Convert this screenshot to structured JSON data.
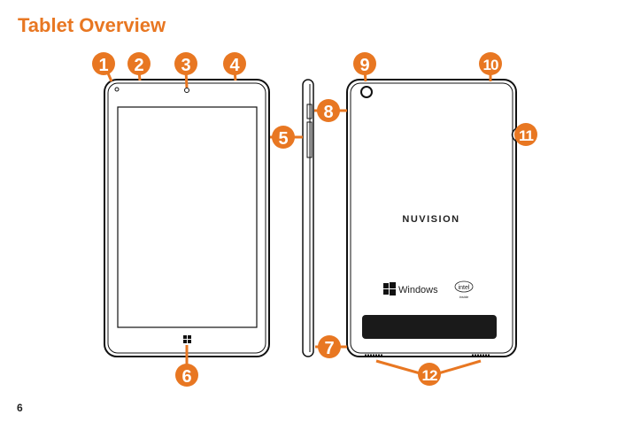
{
  "title": "Tablet Overview",
  "page_number": "6",
  "accent_color": "#e87722",
  "brand": "NUVISION",
  "os_logo_text": "Windows",
  "chip_logo_text": "intel",
  "chip_logo_sub": "inside",
  "callouts": [
    "1",
    "2",
    "3",
    "4",
    "5",
    "6",
    "7",
    "8",
    "9",
    "10",
    "11",
    "12"
  ]
}
